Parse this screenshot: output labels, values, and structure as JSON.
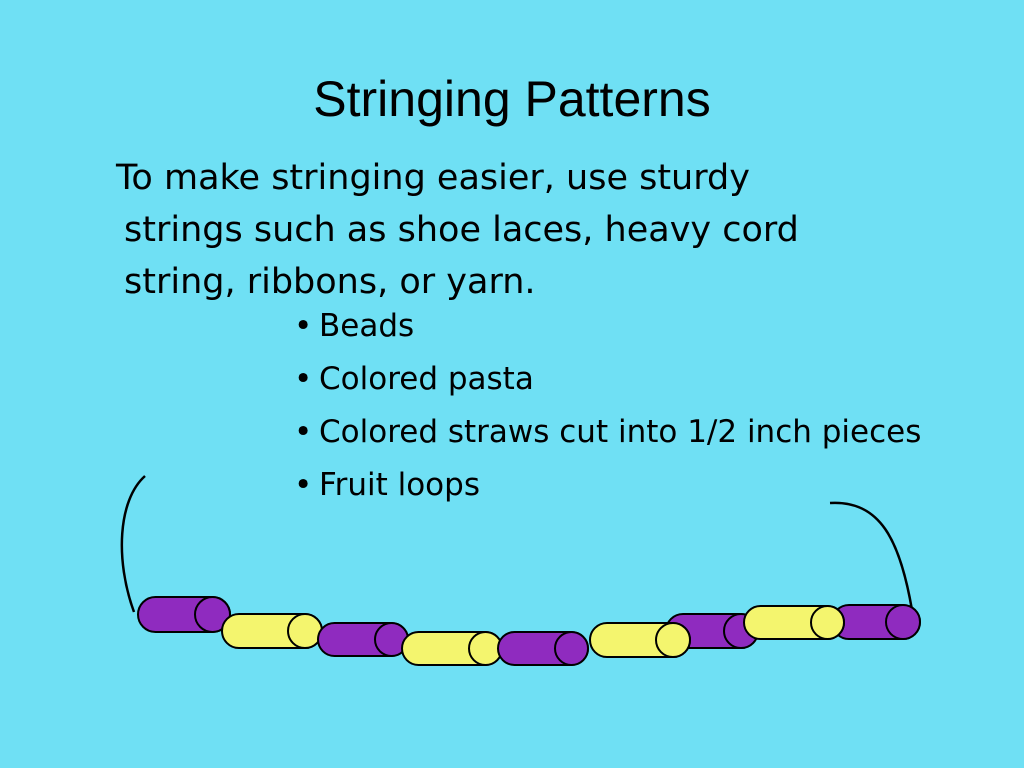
{
  "slide": {
    "title": "Stringing Patterns",
    "intro_lines": [
      "To make stringing easier, use sturdy",
      "strings such as shoe laces, heavy cord",
      "string, ribbons, or yarn."
    ],
    "bullets": [
      "Beads",
      "Colored pasta",
      "Colored straws cut into 1/2 inch pieces",
      "Fruit loops"
    ]
  },
  "colors": {
    "background": "#6fe0f4",
    "purple_straw": "#8f2bbf",
    "yellow_straw": "#f4f56e",
    "outline": "#000000"
  },
  "illustration": {
    "name": "string-of-straws",
    "straw_colors_sequence": [
      "purple",
      "yellow",
      "purple",
      "yellow",
      "purple",
      "yellow",
      "purple",
      "yellow",
      "purple"
    ]
  }
}
